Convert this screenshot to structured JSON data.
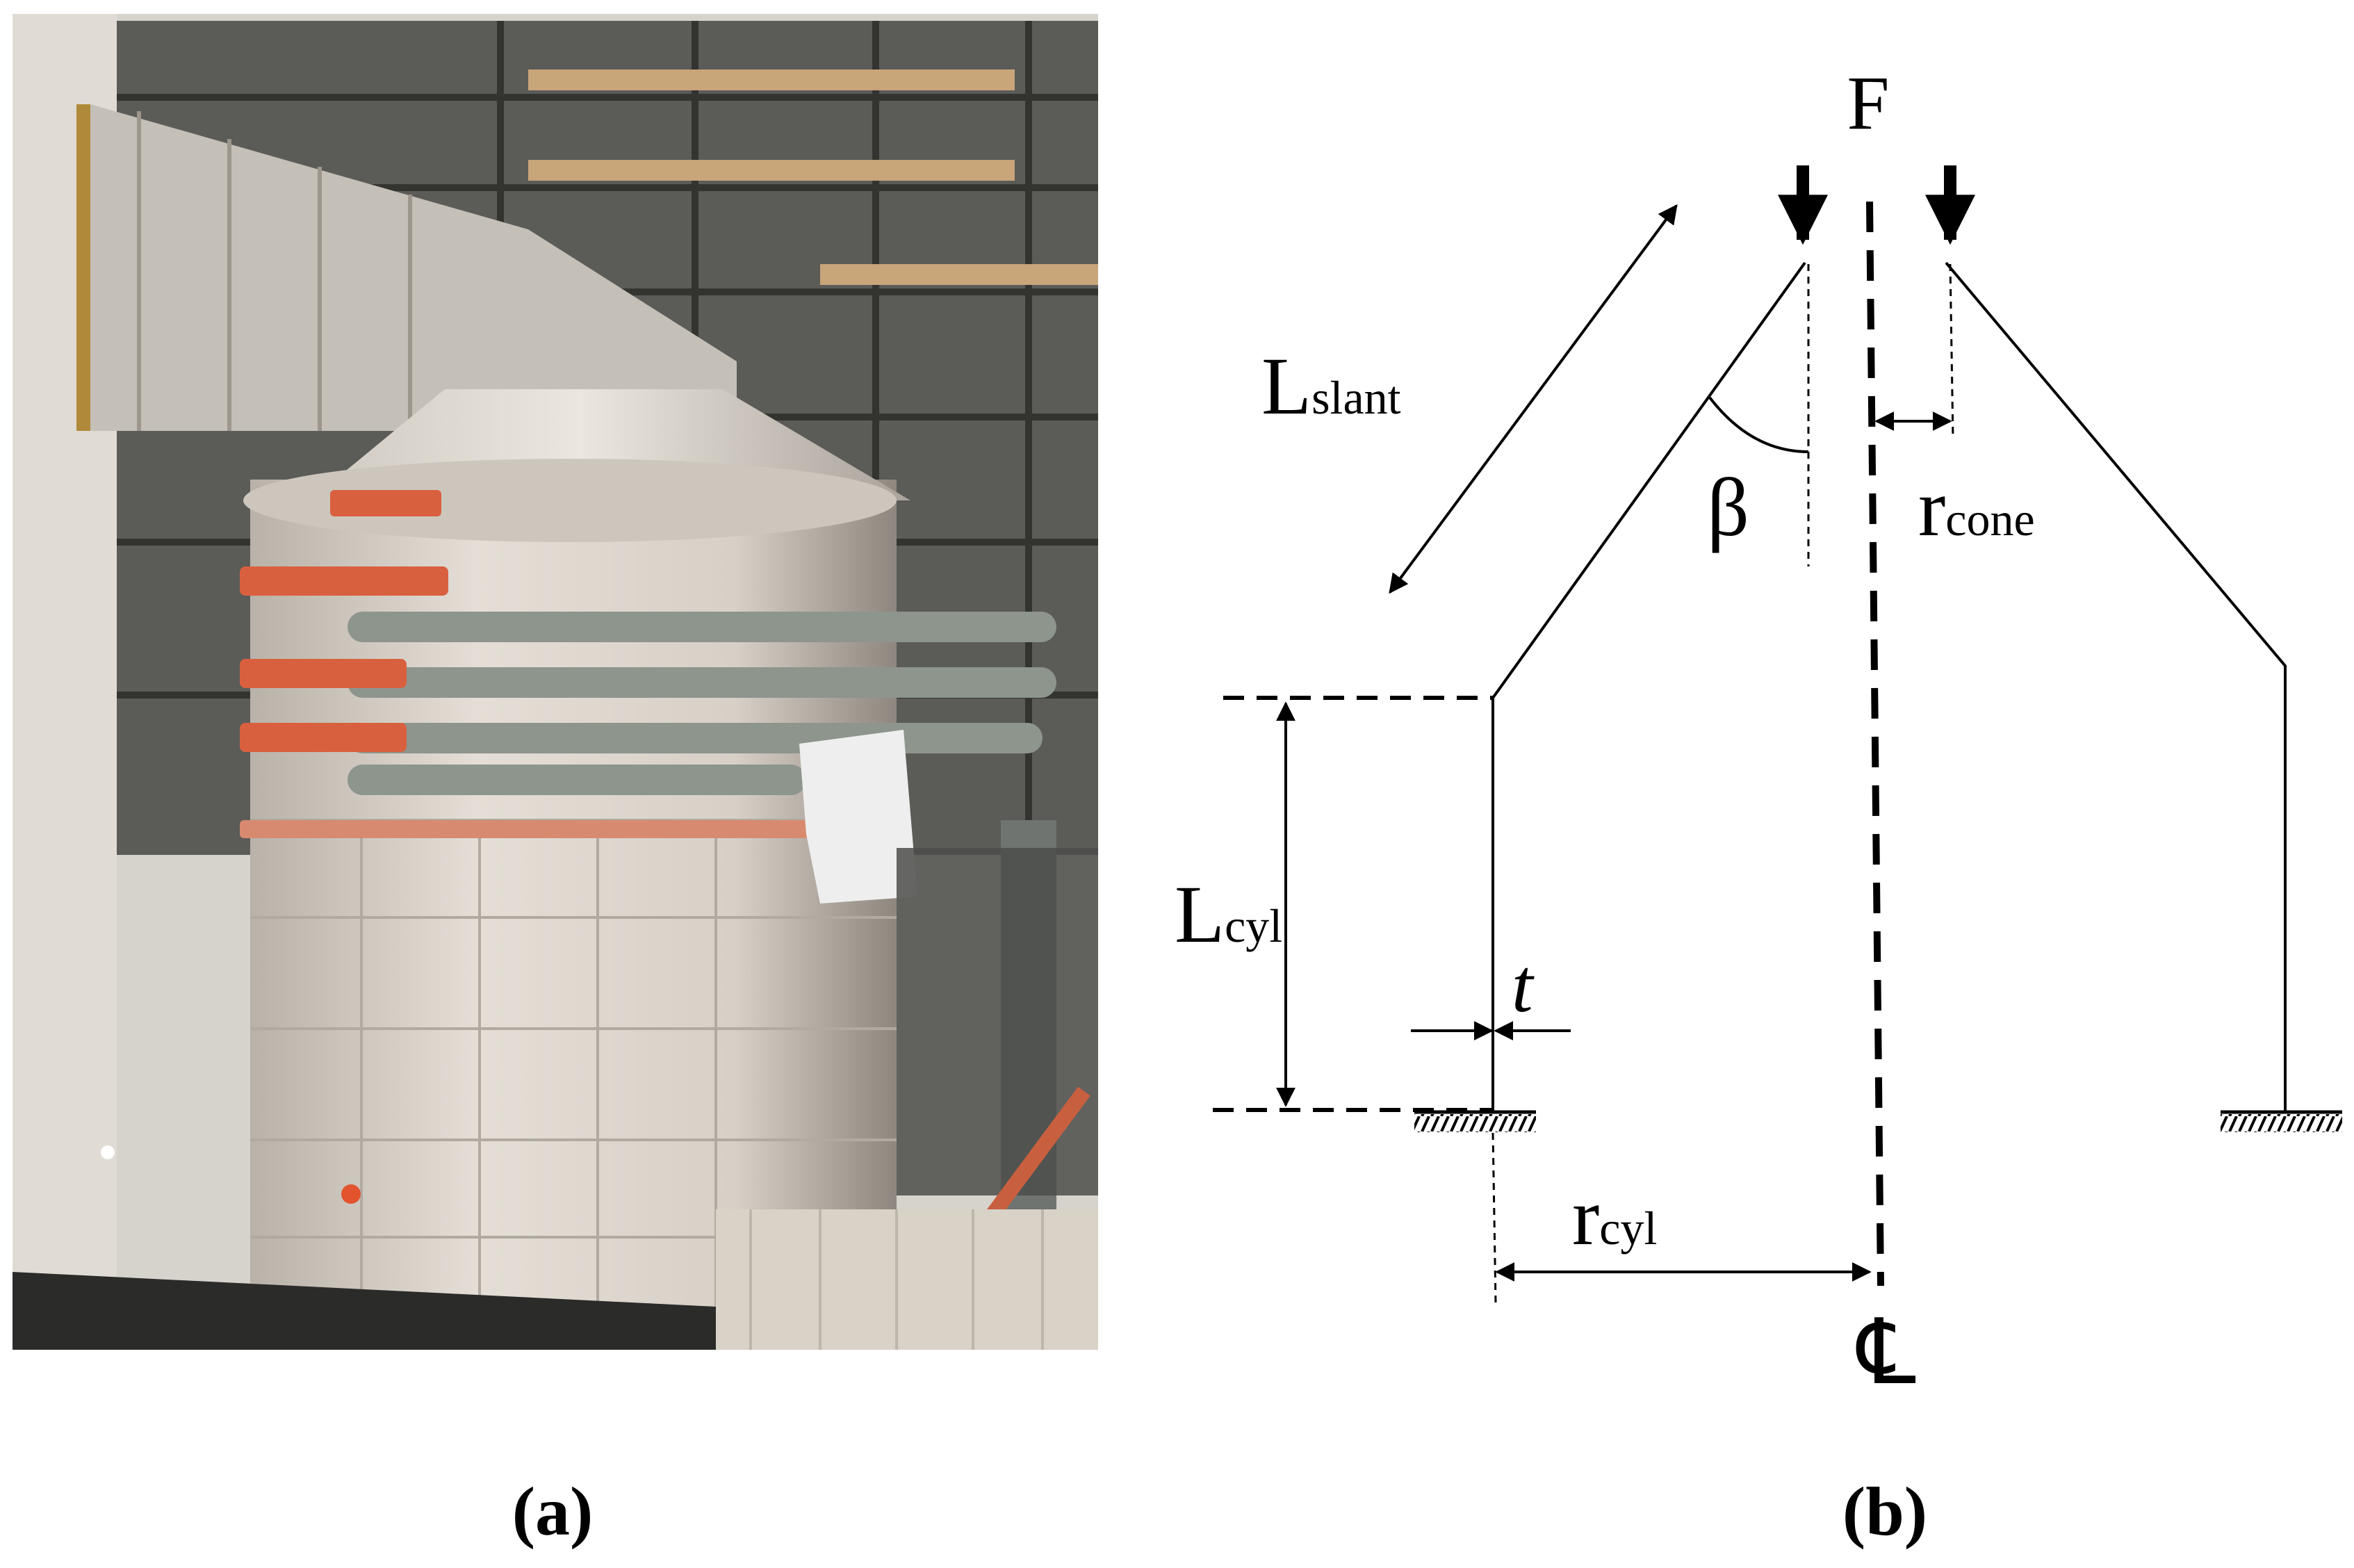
{
  "panel_a": {
    "label": "(a)"
  },
  "panel_b": {
    "label": "(b)",
    "force_label": "F",
    "l_slant": {
      "main": "L",
      "sub": "slant"
    },
    "beta": "β",
    "r_cone": {
      "main": "r",
      "sub": "cone"
    },
    "l_cyl": {
      "main": "L",
      "sub": "cyl"
    },
    "t": "t",
    "r_cyl": {
      "main": "r",
      "sub": "cyl"
    },
    "centerline_symbol": "℄"
  },
  "colors": {
    "line": "#000000",
    "photo_sky": "#dcd9d4",
    "tank_body": "#d9d3cb",
    "cone_roof": "#e2ddd5",
    "pipe": "#8f978f",
    "orange_band": "#d9603f",
    "steel_frame": "#4a4a48",
    "ground": "#2c2c2c"
  }
}
